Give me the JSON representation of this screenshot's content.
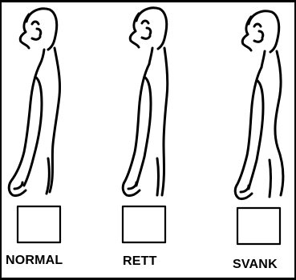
{
  "figures": [
    {
      "label": "NORMAL"
    },
    {
      "label": "RETT"
    },
    {
      "label": "SVANK"
    }
  ]
}
